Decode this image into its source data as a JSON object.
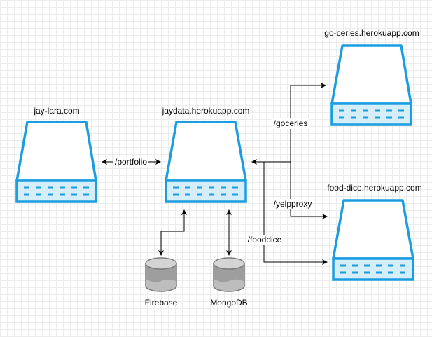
{
  "colors": {
    "server_stroke": "#1a9ee0",
    "server_fill": "#ffffff",
    "server_panel": "#d6eef9",
    "db_body": "#9e9e9e",
    "db_top": "#d4d4d4",
    "connector": "#000000"
  },
  "servers": [
    {
      "id": "jay-lara",
      "label": "jay-lara.com",
      "icon": "server-icon"
    },
    {
      "id": "jaydata",
      "label": "jaydata.herokuapp.com",
      "icon": "server-icon"
    },
    {
      "id": "go-ceries",
      "label": "go-ceries.herokuapp.com",
      "icon": "server-icon"
    },
    {
      "id": "food-dice",
      "label": "food-dice.herokuapp.com",
      "icon": "server-icon"
    }
  ],
  "databases": [
    {
      "id": "firebase",
      "label": "Firebase",
      "icon": "database-icon"
    },
    {
      "id": "mongodb",
      "label": "MongoDB",
      "icon": "database-icon"
    }
  ],
  "edges": [
    {
      "id": "portfolio",
      "label": "/portfolio"
    },
    {
      "id": "goceries",
      "label": "/goceries"
    },
    {
      "id": "yelpproxy",
      "label": "/yelpproxy"
    },
    {
      "id": "fooddice",
      "label": "/fooddice"
    },
    {
      "id": "firebase-link",
      "label": ""
    },
    {
      "id": "mongodb-link",
      "label": ""
    }
  ]
}
